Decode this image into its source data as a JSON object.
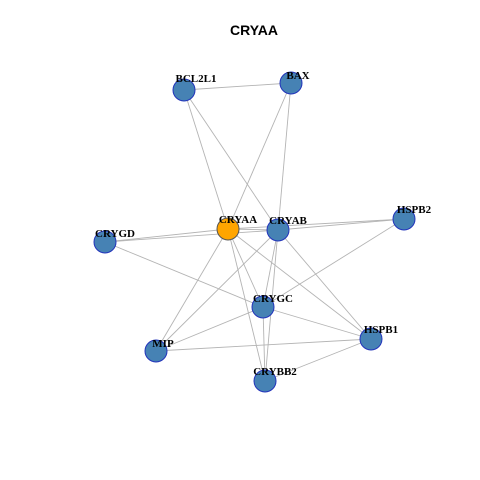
{
  "title": "CRYAA",
  "colors": {
    "center_node": "#FFA500",
    "node": "#4682B4",
    "node_border": "#2233BB",
    "edge": "#B4B4B4"
  },
  "nodes": [
    {
      "id": "BCL2L1",
      "label": "BCL2L1",
      "role": "neighbor"
    },
    {
      "id": "BAX",
      "label": "BAX",
      "role": "neighbor"
    },
    {
      "id": "CRYGD",
      "label": "CRYGD",
      "role": "neighbor"
    },
    {
      "id": "CRYAA",
      "label": "CRYAA",
      "role": "center"
    },
    {
      "id": "CRYAB",
      "label": "CRYAB",
      "role": "neighbor"
    },
    {
      "id": "HSPB2",
      "label": "HSPB2",
      "role": "neighbor"
    },
    {
      "id": "CRYGC",
      "label": "CRYGC",
      "role": "neighbor"
    },
    {
      "id": "HSPB1",
      "label": "HSPB1",
      "role": "neighbor"
    },
    {
      "id": "MIP",
      "label": "MIP",
      "role": "neighbor"
    },
    {
      "id": "CRYBB2",
      "label": "CRYBB2",
      "role": "neighbor"
    }
  ],
  "edges": [
    [
      "BCL2L1",
      "BAX"
    ],
    [
      "BCL2L1",
      "CRYAA"
    ],
    [
      "BCL2L1",
      "CRYAB"
    ],
    [
      "BAX",
      "CRYAA"
    ],
    [
      "BAX",
      "CRYAB"
    ],
    [
      "CRYGD",
      "CRYAA"
    ],
    [
      "CRYGD",
      "CRYAB"
    ],
    [
      "CRYGD",
      "CRYGC"
    ],
    [
      "CRYAA",
      "CRYAB"
    ],
    [
      "CRYAA",
      "HSPB2"
    ],
    [
      "CRYAA",
      "CRYGC"
    ],
    [
      "CRYAA",
      "HSPB1"
    ],
    [
      "CRYAA",
      "MIP"
    ],
    [
      "CRYAA",
      "CRYBB2"
    ],
    [
      "CRYAB",
      "HSPB2"
    ],
    [
      "CRYAB",
      "CRYGC"
    ],
    [
      "CRYAB",
      "HSPB1"
    ],
    [
      "CRYAB",
      "MIP"
    ],
    [
      "CRYAB",
      "CRYBB2"
    ],
    [
      "HSPB2",
      "CRYGC"
    ],
    [
      "CRYGC",
      "HSPB1"
    ],
    [
      "CRYGC",
      "MIP"
    ],
    [
      "CRYGC",
      "CRYBB2"
    ],
    [
      "MIP",
      "HSPB1"
    ],
    [
      "HSPB1",
      "CRYBB2"
    ]
  ]
}
